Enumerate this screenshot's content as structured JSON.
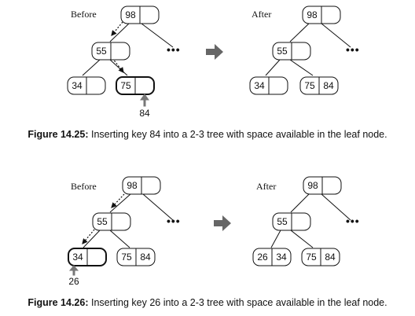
{
  "figures": [
    {
      "before_label": "Before",
      "after_label": "After",
      "inserted_key": "84",
      "caption_number": "Figure 14.25:",
      "caption_text": " Inserting key 84 into a 2-3 tree with space available in the leaf node.",
      "before": {
        "root": "98",
        "mid": "55",
        "leaf_left": "34",
        "leaf_right": "75"
      },
      "after": {
        "root": "98",
        "mid": "55",
        "leaf_left": "34",
        "leaf_right_1": "75",
        "leaf_right_2": "84"
      },
      "ellipsis": "•••"
    },
    {
      "before_label": "Before",
      "after_label": "After",
      "inserted_key": "26",
      "caption_number": "Figure 14.26:",
      "caption_text": " Inserting key 26 into a 2-3 tree with space available in the leaf node.",
      "before": {
        "root": "98",
        "mid": "55",
        "leaf_left": "34",
        "leaf_right_1": "75",
        "leaf_right_2": "84"
      },
      "after": {
        "root": "98",
        "mid": "55",
        "leaf_left_1": "26",
        "leaf_left_2": "34",
        "leaf_right_1": "75",
        "leaf_right_2": "84"
      },
      "ellipsis": "•••"
    }
  ]
}
